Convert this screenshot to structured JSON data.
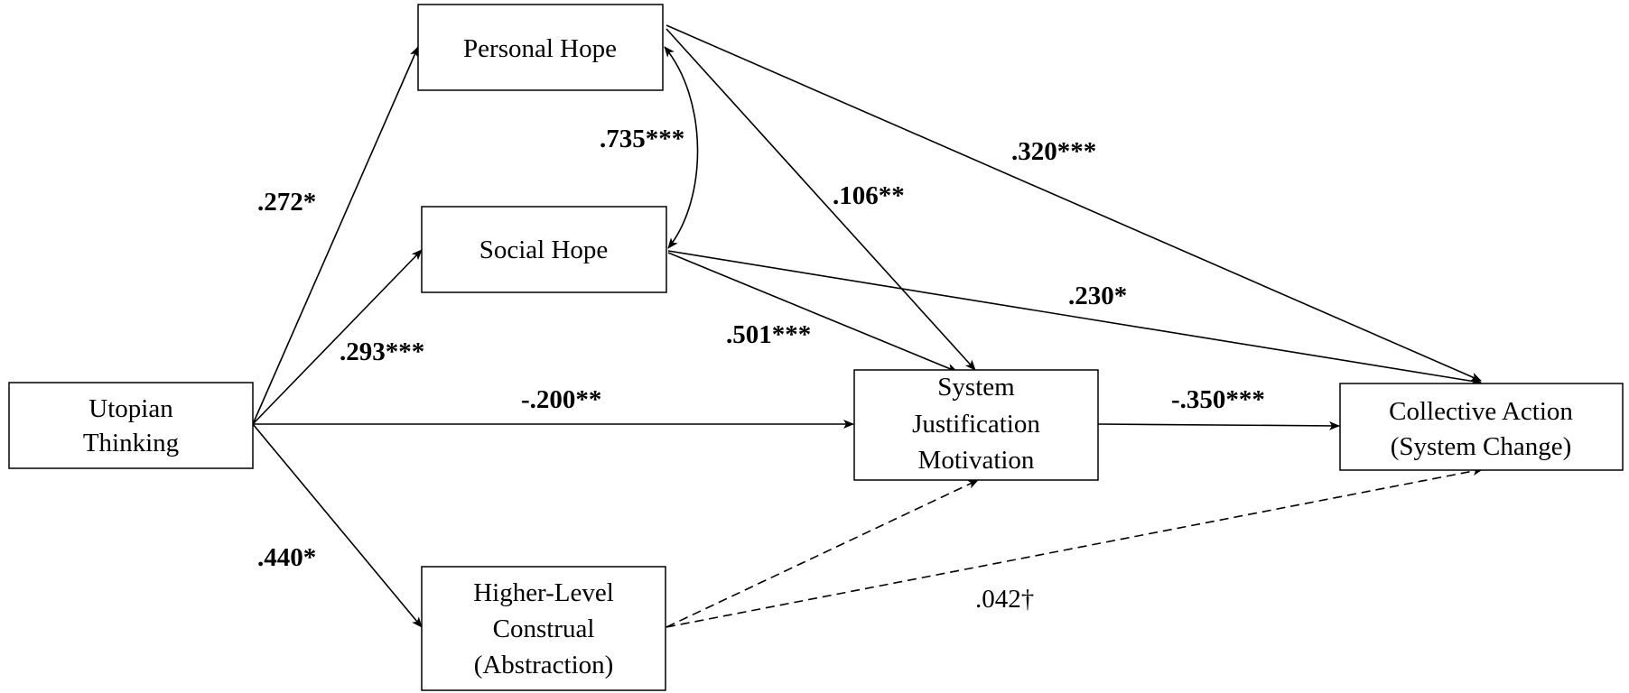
{
  "nodes": {
    "utopian": {
      "lines": [
        "Utopian",
        "Thinking"
      ]
    },
    "personal_hope": {
      "lines": [
        "Personal Hope"
      ]
    },
    "social_hope": {
      "lines": [
        "Social Hope"
      ]
    },
    "higher_level": {
      "lines": [
        "Higher-Level",
        "Construal",
        "(Abstraction)"
      ]
    },
    "system_justification": {
      "lines": [
        "System",
        "Justification",
        "Motivation"
      ]
    },
    "collective_action": {
      "lines": [
        "Collective Action",
        "(System Change)"
      ]
    }
  },
  "paths": {
    "utopian_personal": ".272*",
    "utopian_social": ".293***",
    "utopian_sjm": "-.200**",
    "utopian_higher": ".440*",
    "personal_social_covariance": ".735***",
    "personal_sjm": ".106**",
    "personal_collective": ".320***",
    "social_sjm": ".501***",
    "social_collective": ".230*",
    "sjm_collective": "-.350***",
    "higher_collective": ".042†"
  }
}
